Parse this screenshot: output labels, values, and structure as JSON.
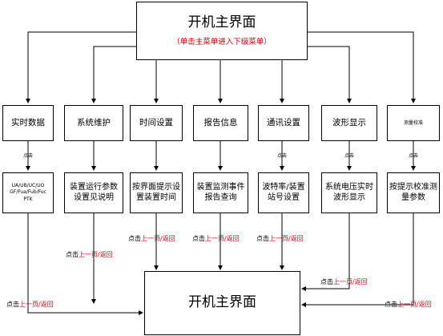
{
  "top": {
    "title": "开机主界面",
    "subtitle": "（单击主菜单进入下级菜单）"
  },
  "menus": [
    {
      "label": "实时数据",
      "action": "点击",
      "detail": "UA/UB/UC/UO GF/Fua/Fub/Fuc PTK",
      "back": "点击上一页/返回"
    },
    {
      "label": "系统维护",
      "action": "",
      "detail": "装置运行参数设置见说明",
      "back": "点击上一页/返回"
    },
    {
      "label": "时间设置",
      "action": "",
      "detail": "按界面提示设置装置时间",
      "back": "点击上一页/返回"
    },
    {
      "label": "报告信息",
      "action": "",
      "detail": "装置监测事件报告查询",
      "back": "点击上一页/返回"
    },
    {
      "label": "通讯设置",
      "action": "点击",
      "detail": "波特率/装置站号设置",
      "back": "点击上一页/返回"
    },
    {
      "label": "波形显示",
      "action": "点击",
      "detail": "系统电压实时波形显示",
      "back": "点击上一页/返回"
    },
    {
      "label": "测量校准",
      "action": "点击",
      "detail": "按提示校准测量参数",
      "back": "点击上一页/返回"
    }
  ],
  "bottom": {
    "title": "开机主界面"
  },
  "back_text": {
    "prefix": "点击",
    "highlight": "上一页/返回"
  }
}
